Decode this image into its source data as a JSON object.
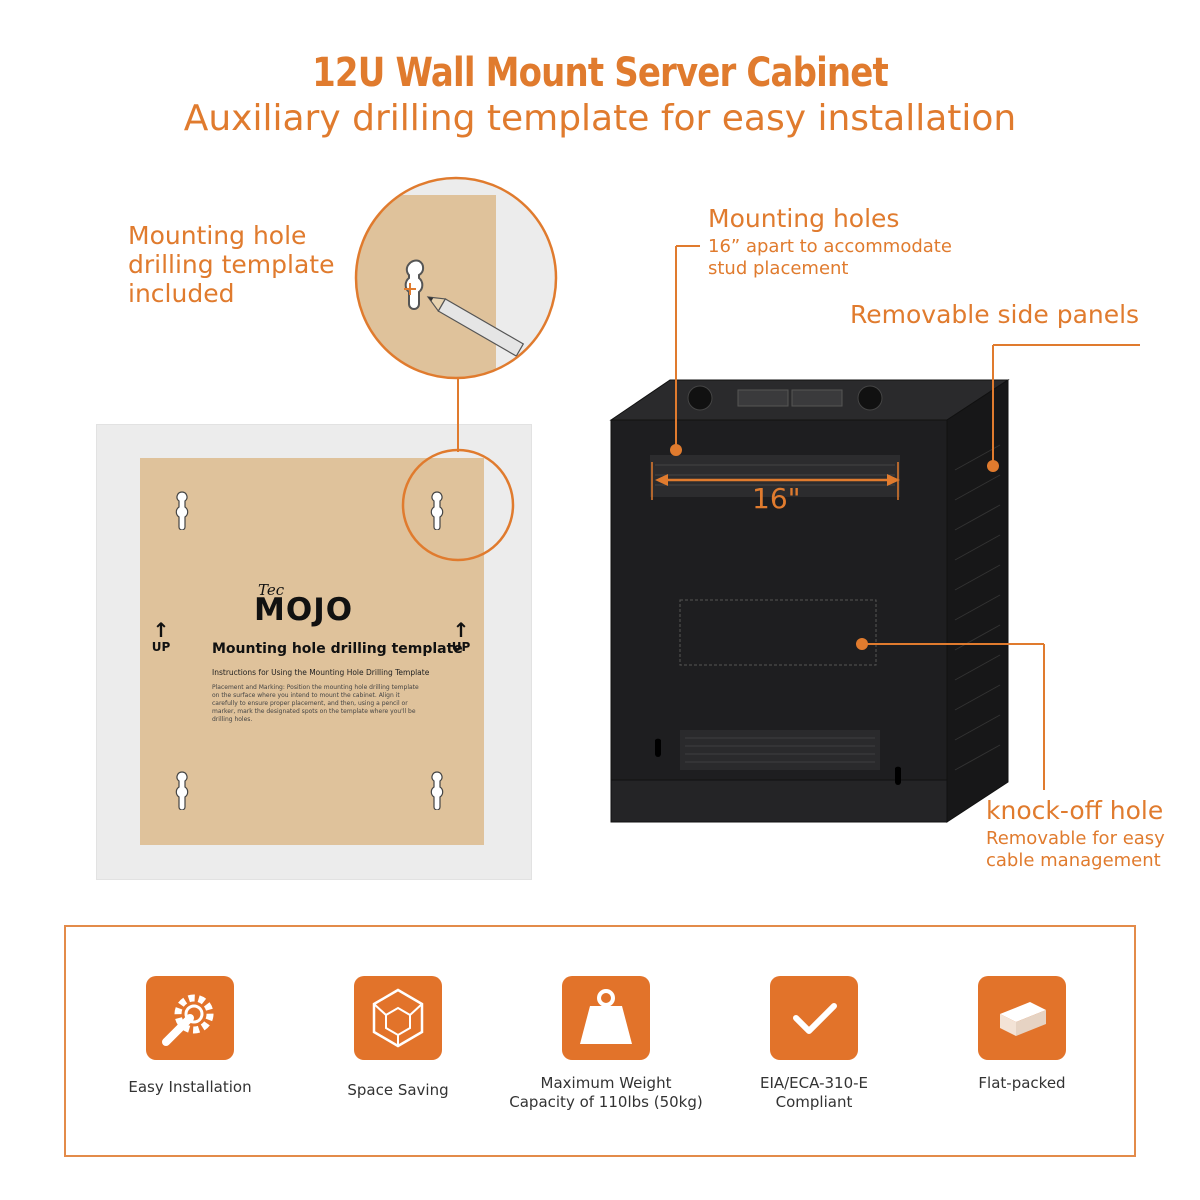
{
  "header": {
    "title": "12U Wall Mount Server Cabinet",
    "subtitle": "Auxiliary drilling template for easy installation"
  },
  "callouts": {
    "template_line1": "Mounting hole",
    "template_line2": "drilling template",
    "template_line3": "included",
    "holes_title": "Mounting holes",
    "holes_sub1": "16” apart to accommodate",
    "holes_sub2": "stud placement",
    "panels_title": "Removable side panels",
    "knock_title": "knock-off hole",
    "knock_sub1": "Removable for easy",
    "knock_sub2": "cable management"
  },
  "template": {
    "brand_small": "Tec",
    "brand_large": "MOJO",
    "title": "Mounting hole drilling template",
    "instructions_heading": "Instructions for Using the Mounting Hole Drilling Template",
    "body": "Placement and Marking: Position the mounting hole drilling template on the surface where you intend to mount the cabinet. Align it carefully to ensure proper placement, and then, using a pencil or marker, mark the designated spots on the template where you'll be drilling holes.",
    "up_label": "UP"
  },
  "cabinet": {
    "dimension_label": "16\""
  },
  "features": [
    {
      "icon": "gear-wrench-icon",
      "label_line1": "Easy Installation",
      "label_line2": ""
    },
    {
      "icon": "cube-icon",
      "label_line1": "Space Saving",
      "label_line2": ""
    },
    {
      "icon": "weight-icon",
      "label_line1": "Maximum Weight",
      "label_line2": "Capacity of 110lbs (50kg)"
    },
    {
      "icon": "checkmark-icon",
      "label_line1": "EIA/ECA-310-E",
      "label_line2": "Compliant"
    },
    {
      "icon": "box-icon",
      "label_line1": "Flat-packed",
      "label_line2": ""
    }
  ],
  "colors": {
    "accent": "#e07b2e",
    "icon_bg": "#e2732a",
    "template_sheet": "#dfc29b",
    "cabinet": "#1e1e20"
  }
}
